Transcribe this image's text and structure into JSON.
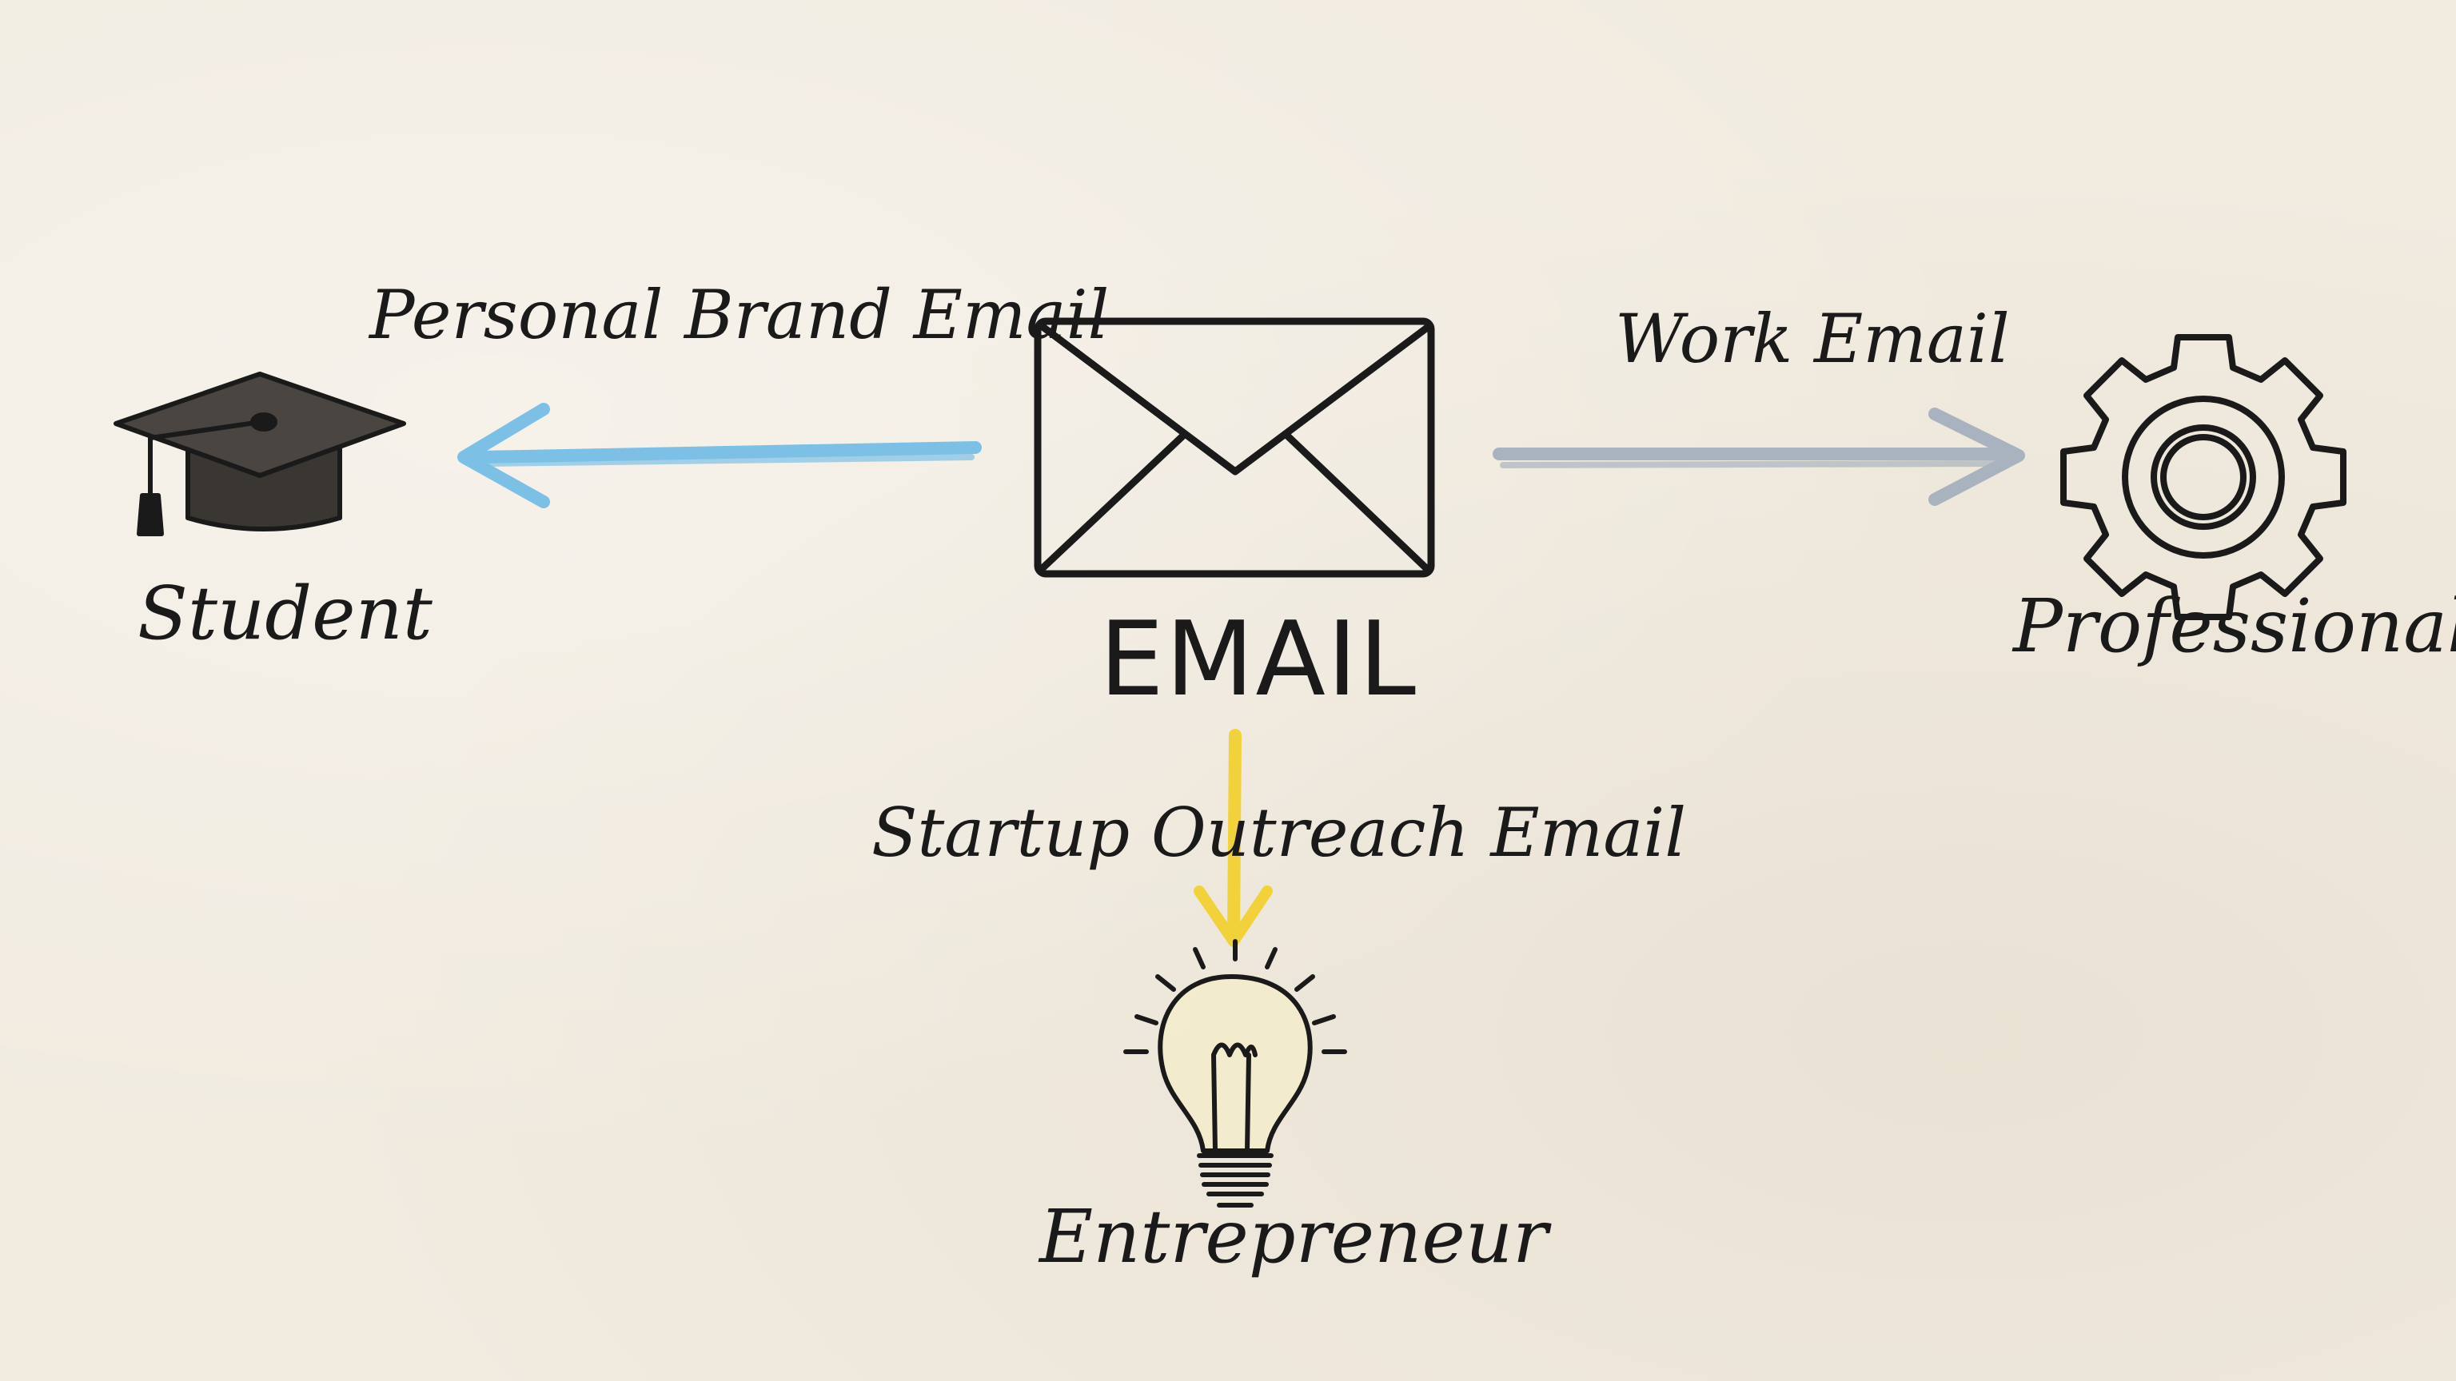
{
  "center": {
    "label": "EMAIL",
    "icon": "envelope-icon"
  },
  "edges": {
    "personal_brand": "Personal Brand Email",
    "work": "Work Email",
    "startup_outreach": "Startup Outreach Email"
  },
  "nodes": {
    "student": {
      "label": "Student",
      "icon": "graduation-cap-icon"
    },
    "professional": {
      "label": "Professional",
      "icon": "gear-icon"
    },
    "entrepreneur": {
      "label": "Entrepreneur",
      "icon": "lightbulb-icon"
    }
  },
  "colors": {
    "background": "#f1ebe0",
    "ink": "#1a1a1a",
    "student_arrow": "#7cc0e6",
    "professional_arrow": "#a9b3bf",
    "entrepreneur_arrow": "#f2d23a"
  }
}
